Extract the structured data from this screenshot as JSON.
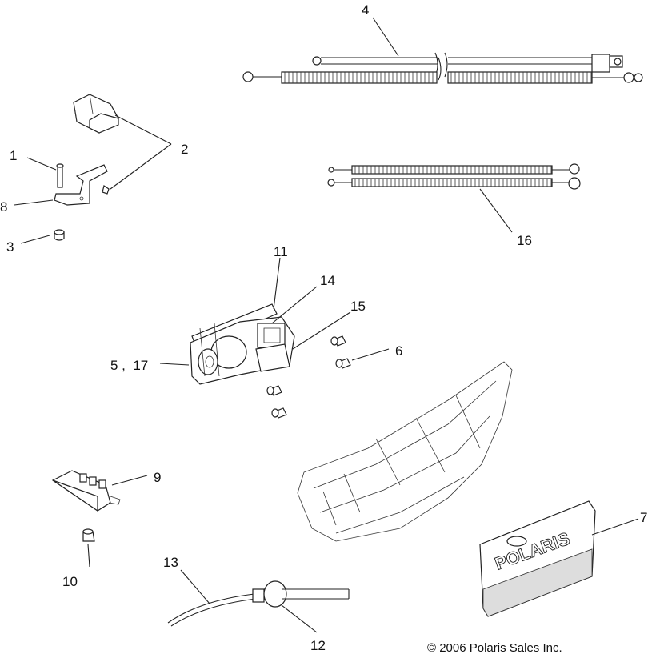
{
  "callouts": {
    "c1": "1",
    "c2": "2",
    "c3": "3",
    "c4": "4",
    "c5_17": "5 ,  17",
    "c6": "6",
    "c7": "7",
    "c8": "8",
    "c9": "9",
    "c10": "10",
    "c11": "11",
    "c12": "12",
    "c13": "13",
    "c14": "14",
    "c15": "15",
    "c16": "16"
  },
  "copyright": "© 2006 Polaris Sales Inc.",
  "emblem_text": "POLARIS"
}
